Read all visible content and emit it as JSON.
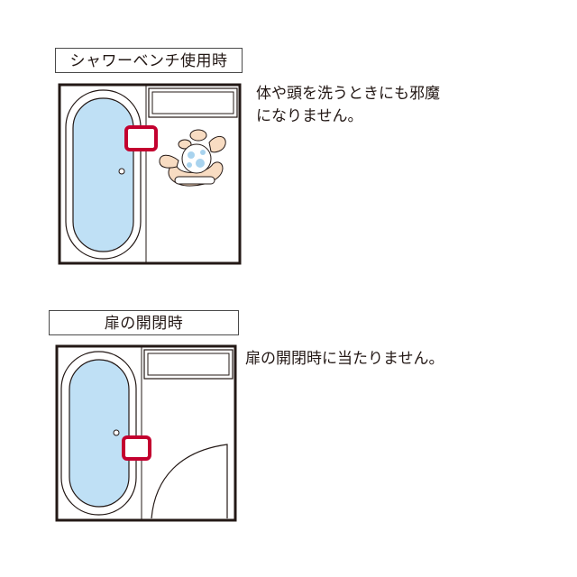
{
  "section1": {
    "label": "シャワーベンチ使用時",
    "description": "体や頭を洗うときにも邪魔\nになりません。"
  },
  "section2": {
    "label": "扉の開閉時",
    "description": "扉の開閉時に当たりません。"
  },
  "colors": {
    "water": "#bfe0f5",
    "bench_outline": "#c3002f",
    "bench_fill": "#ffffff",
    "skin": "#f8dcc2",
    "line": "#231815",
    "bubbles": "#a9d3ee"
  }
}
